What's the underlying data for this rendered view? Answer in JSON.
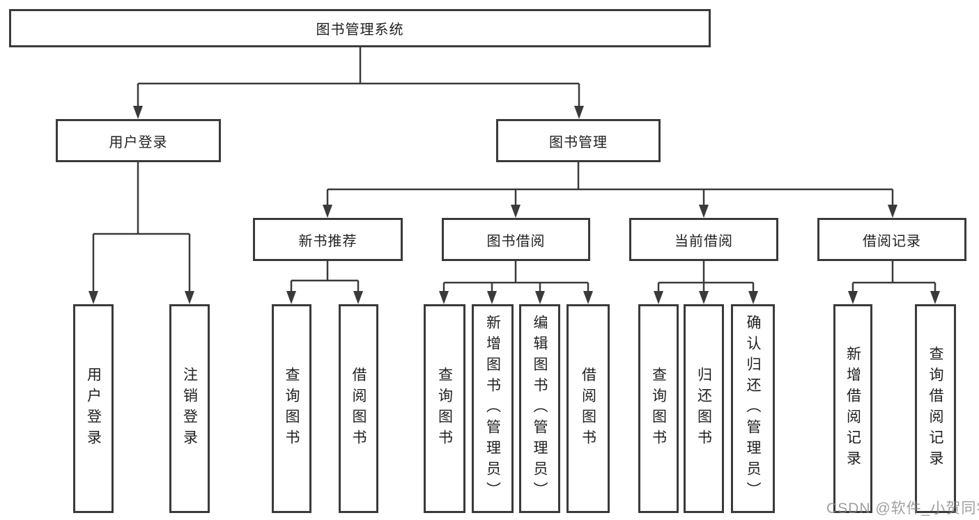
{
  "tree": {
    "root": "图书管理系统",
    "children": [
      {
        "label": "用户登录",
        "children": [
          "用户登录",
          "注销登录"
        ]
      },
      {
        "label": "图书管理",
        "children": [
          {
            "label": "新书推荐",
            "children": [
              "查询图书",
              "借阅图书"
            ]
          },
          {
            "label": "图书借阅",
            "children": [
              "查询图书",
              "新增图书（管理员）",
              "编辑图书（管理员）",
              "借阅图书"
            ]
          },
          {
            "label": "当前借阅",
            "children": [
              "查询图书",
              "归还图书",
              "确认归还（管理员）"
            ]
          },
          {
            "label": "借阅记录",
            "children": [
              "新增借阅记录",
              "查询借阅记录"
            ]
          }
        ]
      }
    ]
  },
  "watermark": {
    "text": "CSDN @软件_小贺同学"
  },
  "colors": {
    "line": "#3a3a3a",
    "text": "#1f1f1f",
    "box_background": "#ffffff",
    "watermark": "#878787"
  }
}
